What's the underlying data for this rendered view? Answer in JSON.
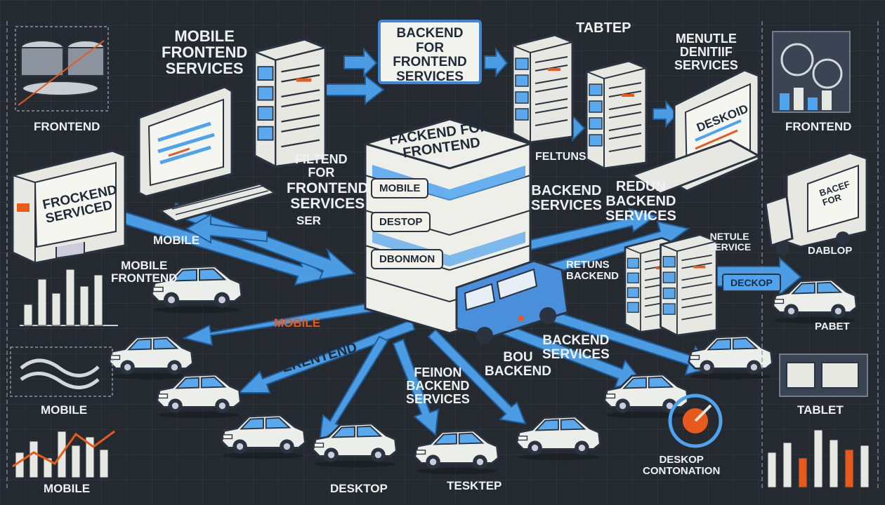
{
  "title_box": {
    "line1": "BACKEND FOR",
    "line2": "FRONTEND",
    "line3": "SERVICES"
  },
  "central_stack": {
    "top_line1": "FACKEND FOR",
    "top_line2": "FRONTEND",
    "trays": [
      "MOBILE",
      "DESTOP",
      "DBONMON"
    ]
  },
  "labels": {
    "mobile_frontend_services": [
      "MOBILE",
      "FRONTEND",
      "SERVICES"
    ],
    "tabtep": "TABTEP",
    "menutle_services": [
      "MENUTLE",
      "DENITIIF",
      "SERVICES"
    ],
    "frontend_left": "FRONTEND",
    "frontend_right": "FRONTEND",
    "filtend": [
      "FILTEND",
      "FOR"
    ],
    "frontend_services": [
      "FRONTEND",
      "SERVICES"
    ],
    "ser": "SER",
    "feltuns": "FELTUNS",
    "backend_services_1": [
      "BACKEND",
      "SERVICES"
    ],
    "redun_backend": [
      "REDUN",
      "BACKEND",
      "SERVICES"
    ],
    "mobile_arrow": "MOBILE",
    "mobile_frontend_2": [
      "MOBILE",
      "FRONTEND"
    ],
    "netule_service": [
      "NETULE",
      "SERVICE"
    ],
    "dablop": "DABLOP",
    "retuns_backend": [
      "RETUNS",
      "BACKEND"
    ],
    "deckop": "DECKOP",
    "mobile_orange": "MOBILE",
    "erentend": "ERENTEND",
    "backend_services_2": [
      "BACKEND",
      "SERVICES"
    ],
    "bou_backend": [
      "BOU",
      "BACKEND"
    ],
    "feinon_backend": [
      "FEINON",
      "BACKEND",
      "SERVICES"
    ],
    "pabet": "PABET",
    "mobile_left_1": "MOBILE",
    "tablet": "TABLET",
    "mobile_left_2": "MOBILE",
    "desktop_bottom": "DESKTOP",
    "tesktep": "TESKTEP",
    "deskop_contonation": [
      "DESKOP",
      "CONTONATION"
    ]
  },
  "device_screens": {
    "fronend_monitor": [
      "FROCKEND",
      "SERVICED"
    ],
    "deskoid_laptop": "DESKOID",
    "truck": [
      "BACEF",
      "FOR"
    ]
  },
  "colors": {
    "accent_blue": "#4fa3ee",
    "accent_orange": "#e85a1c",
    "background": "#252a30",
    "paper": "#f3f4ee"
  }
}
